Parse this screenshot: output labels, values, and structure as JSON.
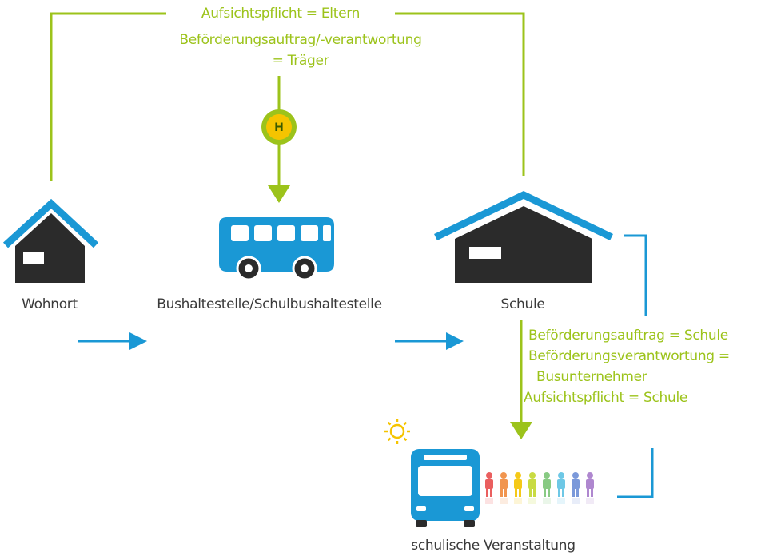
{
  "colors": {
    "green": "#9cc31b",
    "blue": "#1a98d5",
    "dark": "#2b2b2b",
    "label": "#3a3a3a",
    "sun": "#f5c400"
  },
  "top_labels": {
    "supervision": "Aufsichtspflicht = Eltern",
    "transport_line1": "Beförderungsauftrag/-verantwortung",
    "transport_line2": "= Träger"
  },
  "nodes": {
    "home": {
      "label": "Wohnort",
      "icon": "house-icon"
    },
    "bus_stop": {
      "label": "Bushaltestelle/Schulbushaltestelle",
      "icon": "bus-icon"
    },
    "school": {
      "label": "Schule",
      "icon": "school-building-icon"
    },
    "event": {
      "label": "schulische Veranstaltung",
      "icon": "bus-front-icon"
    }
  },
  "stop_sign": {
    "letter": "H",
    "icon": "bus-stop-sign-icon"
  },
  "school_to_event": {
    "line1": "Beförderungsauftrag = Schule",
    "line2": "Beförderungsverantwortung =",
    "line3": "Busunternehmer",
    "line4": "Aufsichtspflicht = Schule"
  },
  "children": {
    "icon": "children-group-icon",
    "colors": [
      "#e84e4e",
      "#f08a3c",
      "#f5c400",
      "#c4d82e",
      "#7cc576",
      "#5fc3e4",
      "#6d8ed6",
      "#a77bca"
    ]
  },
  "sun_icon": "sun-icon"
}
